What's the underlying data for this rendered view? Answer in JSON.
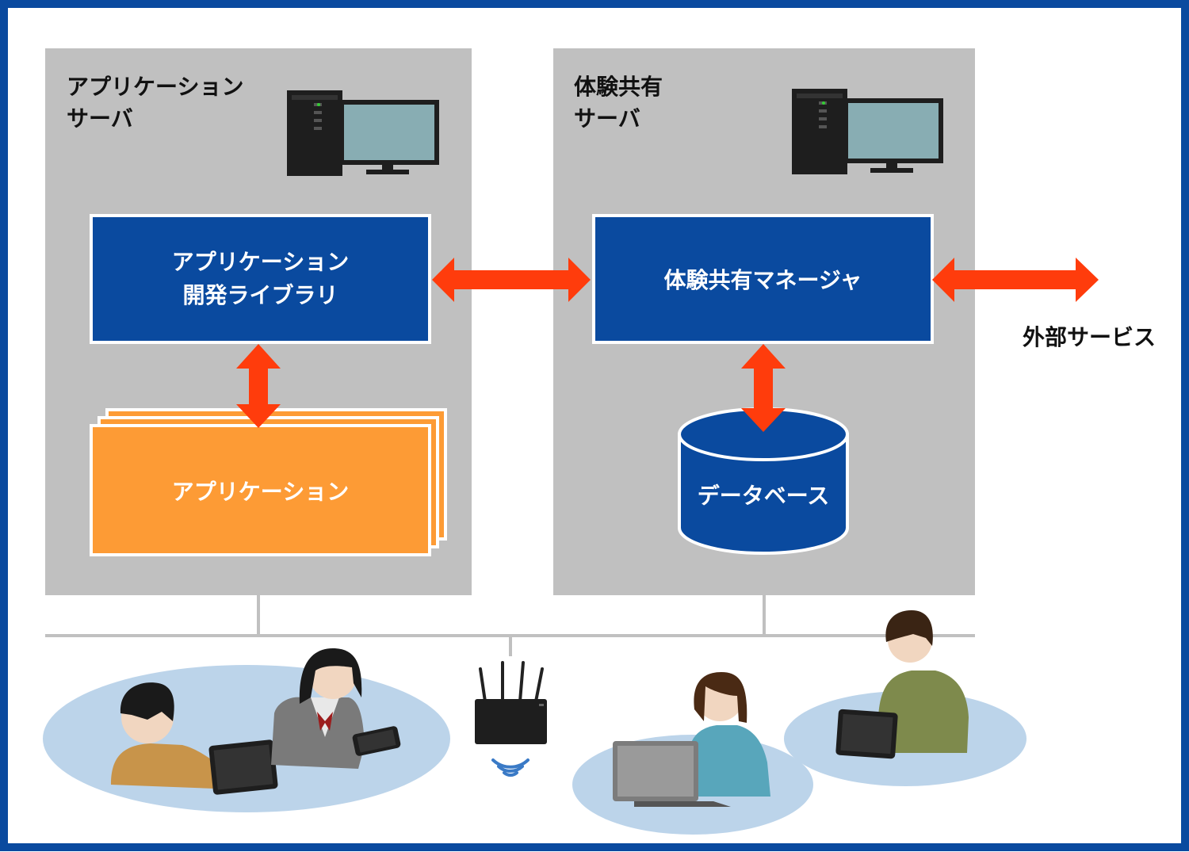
{
  "app_server": {
    "title": "アプリケーション\nサーバ",
    "library_label": "アプリケーション\n開発ライブラリ",
    "application_label": "アプリケーション"
  },
  "share_server": {
    "title": "体験共有\nサーバ",
    "manager_label": "体験共有マネージャ",
    "database_label": "データベース"
  },
  "external_label": "外部サービス",
  "colors": {
    "server_bg": "#c0c0c0",
    "component_blue": "#0a4a9f",
    "application_orange": "#fd9b35",
    "arrow_red": "#ff3c0c",
    "frame_blue": "#0a4a9f",
    "user_area": "#bcd4ea",
    "network_line": "#c0c0c0"
  },
  "icons": [
    "desktop-computer-icon",
    "wifi-router-icon",
    "wifi-signal-icon",
    "tablet-icon",
    "laptop-icon",
    "person-icon"
  ]
}
